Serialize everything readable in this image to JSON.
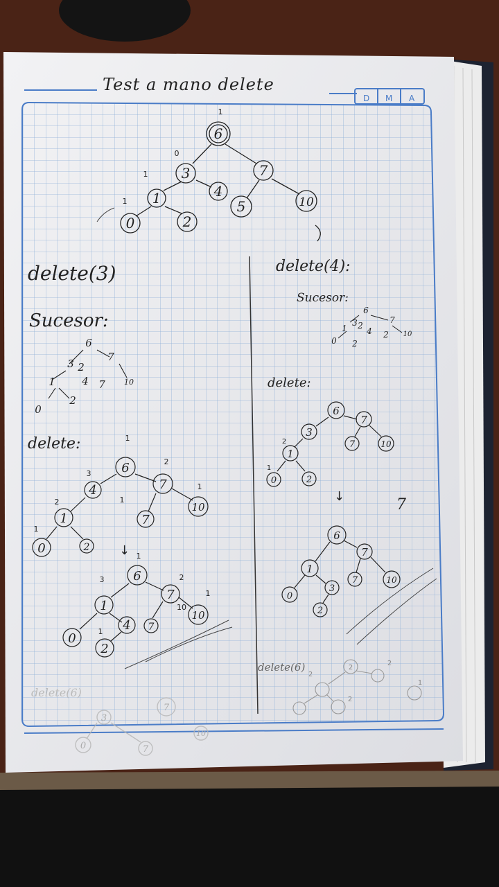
{
  "header": {
    "title": "Test a mano delete",
    "date_boxes": [
      "D",
      "M",
      "A"
    ]
  },
  "main_tree": {
    "nodes": [
      "6",
      "3",
      "7",
      "1",
      "4",
      "5",
      "10",
      "0",
      "2"
    ],
    "height_marks": [
      "1",
      "0",
      "1",
      "1"
    ]
  },
  "left_column": {
    "title": "delete(3)",
    "successor_label": "Sucesor:",
    "successor_sketch": [
      "6",
      "7",
      "3",
      "2",
      "4",
      "7",
      "10",
      "1",
      "0",
      "2"
    ],
    "delete_label": "delete:",
    "tree_a_nodes": [
      "6",
      "4",
      "7",
      "1",
      "7",
      "10",
      "0",
      "2"
    ],
    "tree_a_marks": [
      "1",
      "3",
      "2",
      "2",
      "1",
      "1",
      "1"
    ],
    "tree_b_nodes": [
      "6",
      "1",
      "7",
      "0",
      "4",
      "7",
      "10",
      "2"
    ],
    "tree_b_marks": [
      "1",
      "3",
      "2",
      "1",
      "10",
      "1"
    ],
    "arrow": "↓"
  },
  "right_column": {
    "title": "delete(4):",
    "successor_label": "Sucesor:",
    "successor_sketch": [
      "6",
      "3",
      "7",
      "1",
      "2",
      "4",
      "2",
      "10",
      "0",
      "2"
    ],
    "delete_label": "delete:",
    "tree_a_nodes": [
      "6",
      "3",
      "7",
      "1",
      "7",
      "10",
      "0",
      "2"
    ],
    "tree_a_marks": [
      "2",
      "1"
    ],
    "tree_b_nodes": [
      "6",
      "1",
      "7",
      "0",
      "3",
      "7",
      "10",
      "2"
    ],
    "side_mark": "7",
    "arrow": "↓",
    "faded_label": "delete(6)",
    "faded_marks": [
      "2",
      "2",
      "2",
      "1",
      "2"
    ]
  },
  "bleed_through": {
    "text": "delete(6)",
    "nodes": [
      "3",
      "7",
      "0",
      "7",
      "10"
    ]
  }
}
